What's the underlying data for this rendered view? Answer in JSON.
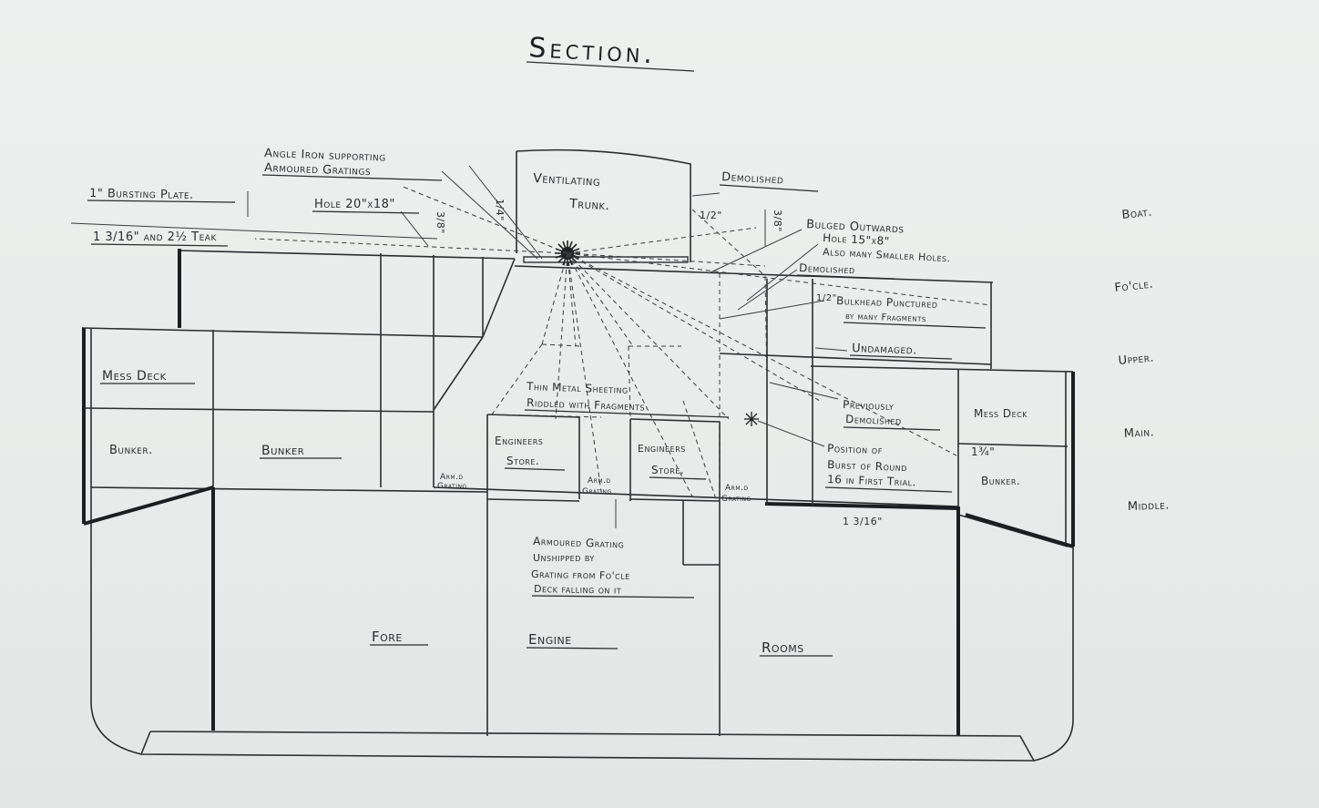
{
  "title": "Section.",
  "annotations": {
    "bursting_plate": "1\" Bursting Plate.",
    "teak": "1 3/16\" and 2½ Teak",
    "angle_iron_1": "Angle Iron supporting",
    "angle_iron_2": "Armoured Gratings",
    "hole_20x18": "Hole 20\"x18\"",
    "three_eighths_1": "3/8\"",
    "quarter": "1/4\"",
    "ventilating": "Ventilating",
    "trunk": "Trunk.",
    "half": "1/2\"",
    "demolished_1": "Demolished",
    "three_eighths_2": "3/8\"",
    "bulged_outwards": "Bulged Outwards",
    "hole_15x8": "Hole 15\"x8\"",
    "smaller_holes": "Also many Smaller Holes.",
    "demolished_2": "Demolished",
    "bulkhead_1": "Bulkhead Punctured",
    "bulkhead_2": "by many Fragments",
    "half_2": "1/2\"",
    "undamaged": "Undamaged.",
    "thin_metal_1": "Thin Metal Sheeting",
    "thin_metal_2": "Riddled with Fragments",
    "previously_1": "Previously",
    "previously_2": "Demolished",
    "position_1": "Position of",
    "position_2": "Burst of Round",
    "position_3": "16 in First Trial.",
    "three_quarter": "1¾\"",
    "one_3_16": "1 3/16\"",
    "armoured_1": "Armoured Grating",
    "armoured_2": "Unshipped by",
    "armoured_3": "Grating from Fo'cle",
    "armoured_4": "Deck falling on it"
  },
  "compartments": {
    "mess_deck_left": "Mess Deck",
    "mess_deck_right": "Mess Deck",
    "bunker_left": "Bunker.",
    "bunker_center": "Bunker",
    "bunker_right": "Bunker.",
    "arm_grating_1a": "Arm.d",
    "arm_grating_1b": "Grating",
    "arm_grating_2a": "Arm.d",
    "arm_grating_2b": "Grating",
    "arm_grating_3a": "Arm.d",
    "arm_grating_3b": "Grating",
    "engineers_store_1a": "Engineers",
    "engineers_store_1b": "Store.",
    "engineers_store_2a": "Engineers",
    "engineers_store_2b": "Store.",
    "fore": "Fore",
    "engine": "Engine",
    "rooms": "Rooms"
  },
  "decks": {
    "boat": "Boat.",
    "focle": "Fo'cle.",
    "upper": "Upper.",
    "main": "Main.",
    "middle": "Middle."
  }
}
